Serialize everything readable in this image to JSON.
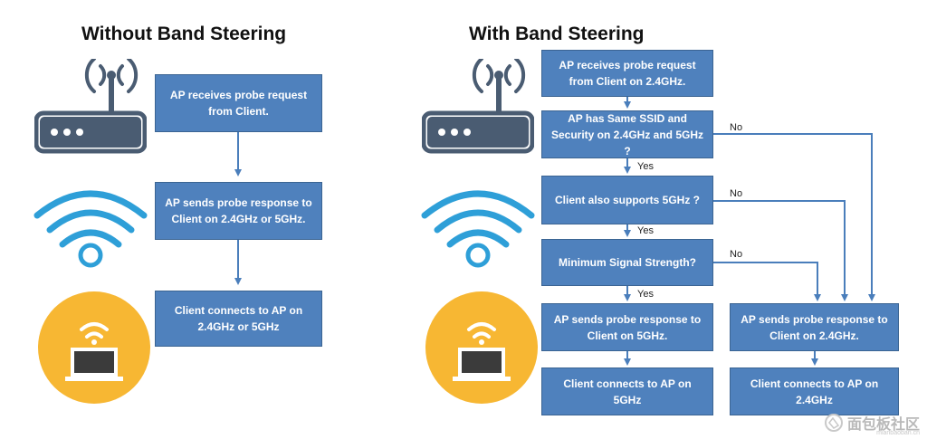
{
  "left": {
    "title": "Without Band Steering",
    "boxes": {
      "probe_request": "AP receives probe request\nfrom Client.",
      "probe_response": "AP sends probe response to\nClient on 2.4GHz or 5GHz.",
      "client_connects": "Client connects to AP on\n2.4GHz  or 5GHz"
    }
  },
  "right": {
    "title": "With Band Steering",
    "boxes": {
      "probe_request": "AP receives probe request\nfrom Client on 2.4GHz.",
      "same_ssid": "AP has Same SSID and\nSecurity on 2.4GHz and 5GHz ?",
      "supports_5ghz": "Client also supports 5GHz ?",
      "min_signal": "Minimum Signal Strength?",
      "response_5ghz": "AP sends probe response to\nClient on 5GHz.",
      "response_24ghz": "AP sends probe response to\nClient on 2.4GHz.",
      "connect_5ghz": "Client connects to AP on\n5GHz",
      "connect_24ghz": "Client connects to AP on\n2.4GHz"
    },
    "labels": {
      "yes": "Yes",
      "no": "No"
    }
  },
  "icons": [
    "router-icon",
    "wifi-icon",
    "laptop-wifi-icon"
  ],
  "colors": {
    "box_fill": "#4f81bd",
    "arrow": "#4a7ebb",
    "icon_dark": "#4a5c72",
    "icon_light": "#2e9fd8",
    "laptop_circle": "#f7b733"
  },
  "watermark": {
    "text": "面包板社区",
    "sub": "mianbaoban.cn"
  }
}
